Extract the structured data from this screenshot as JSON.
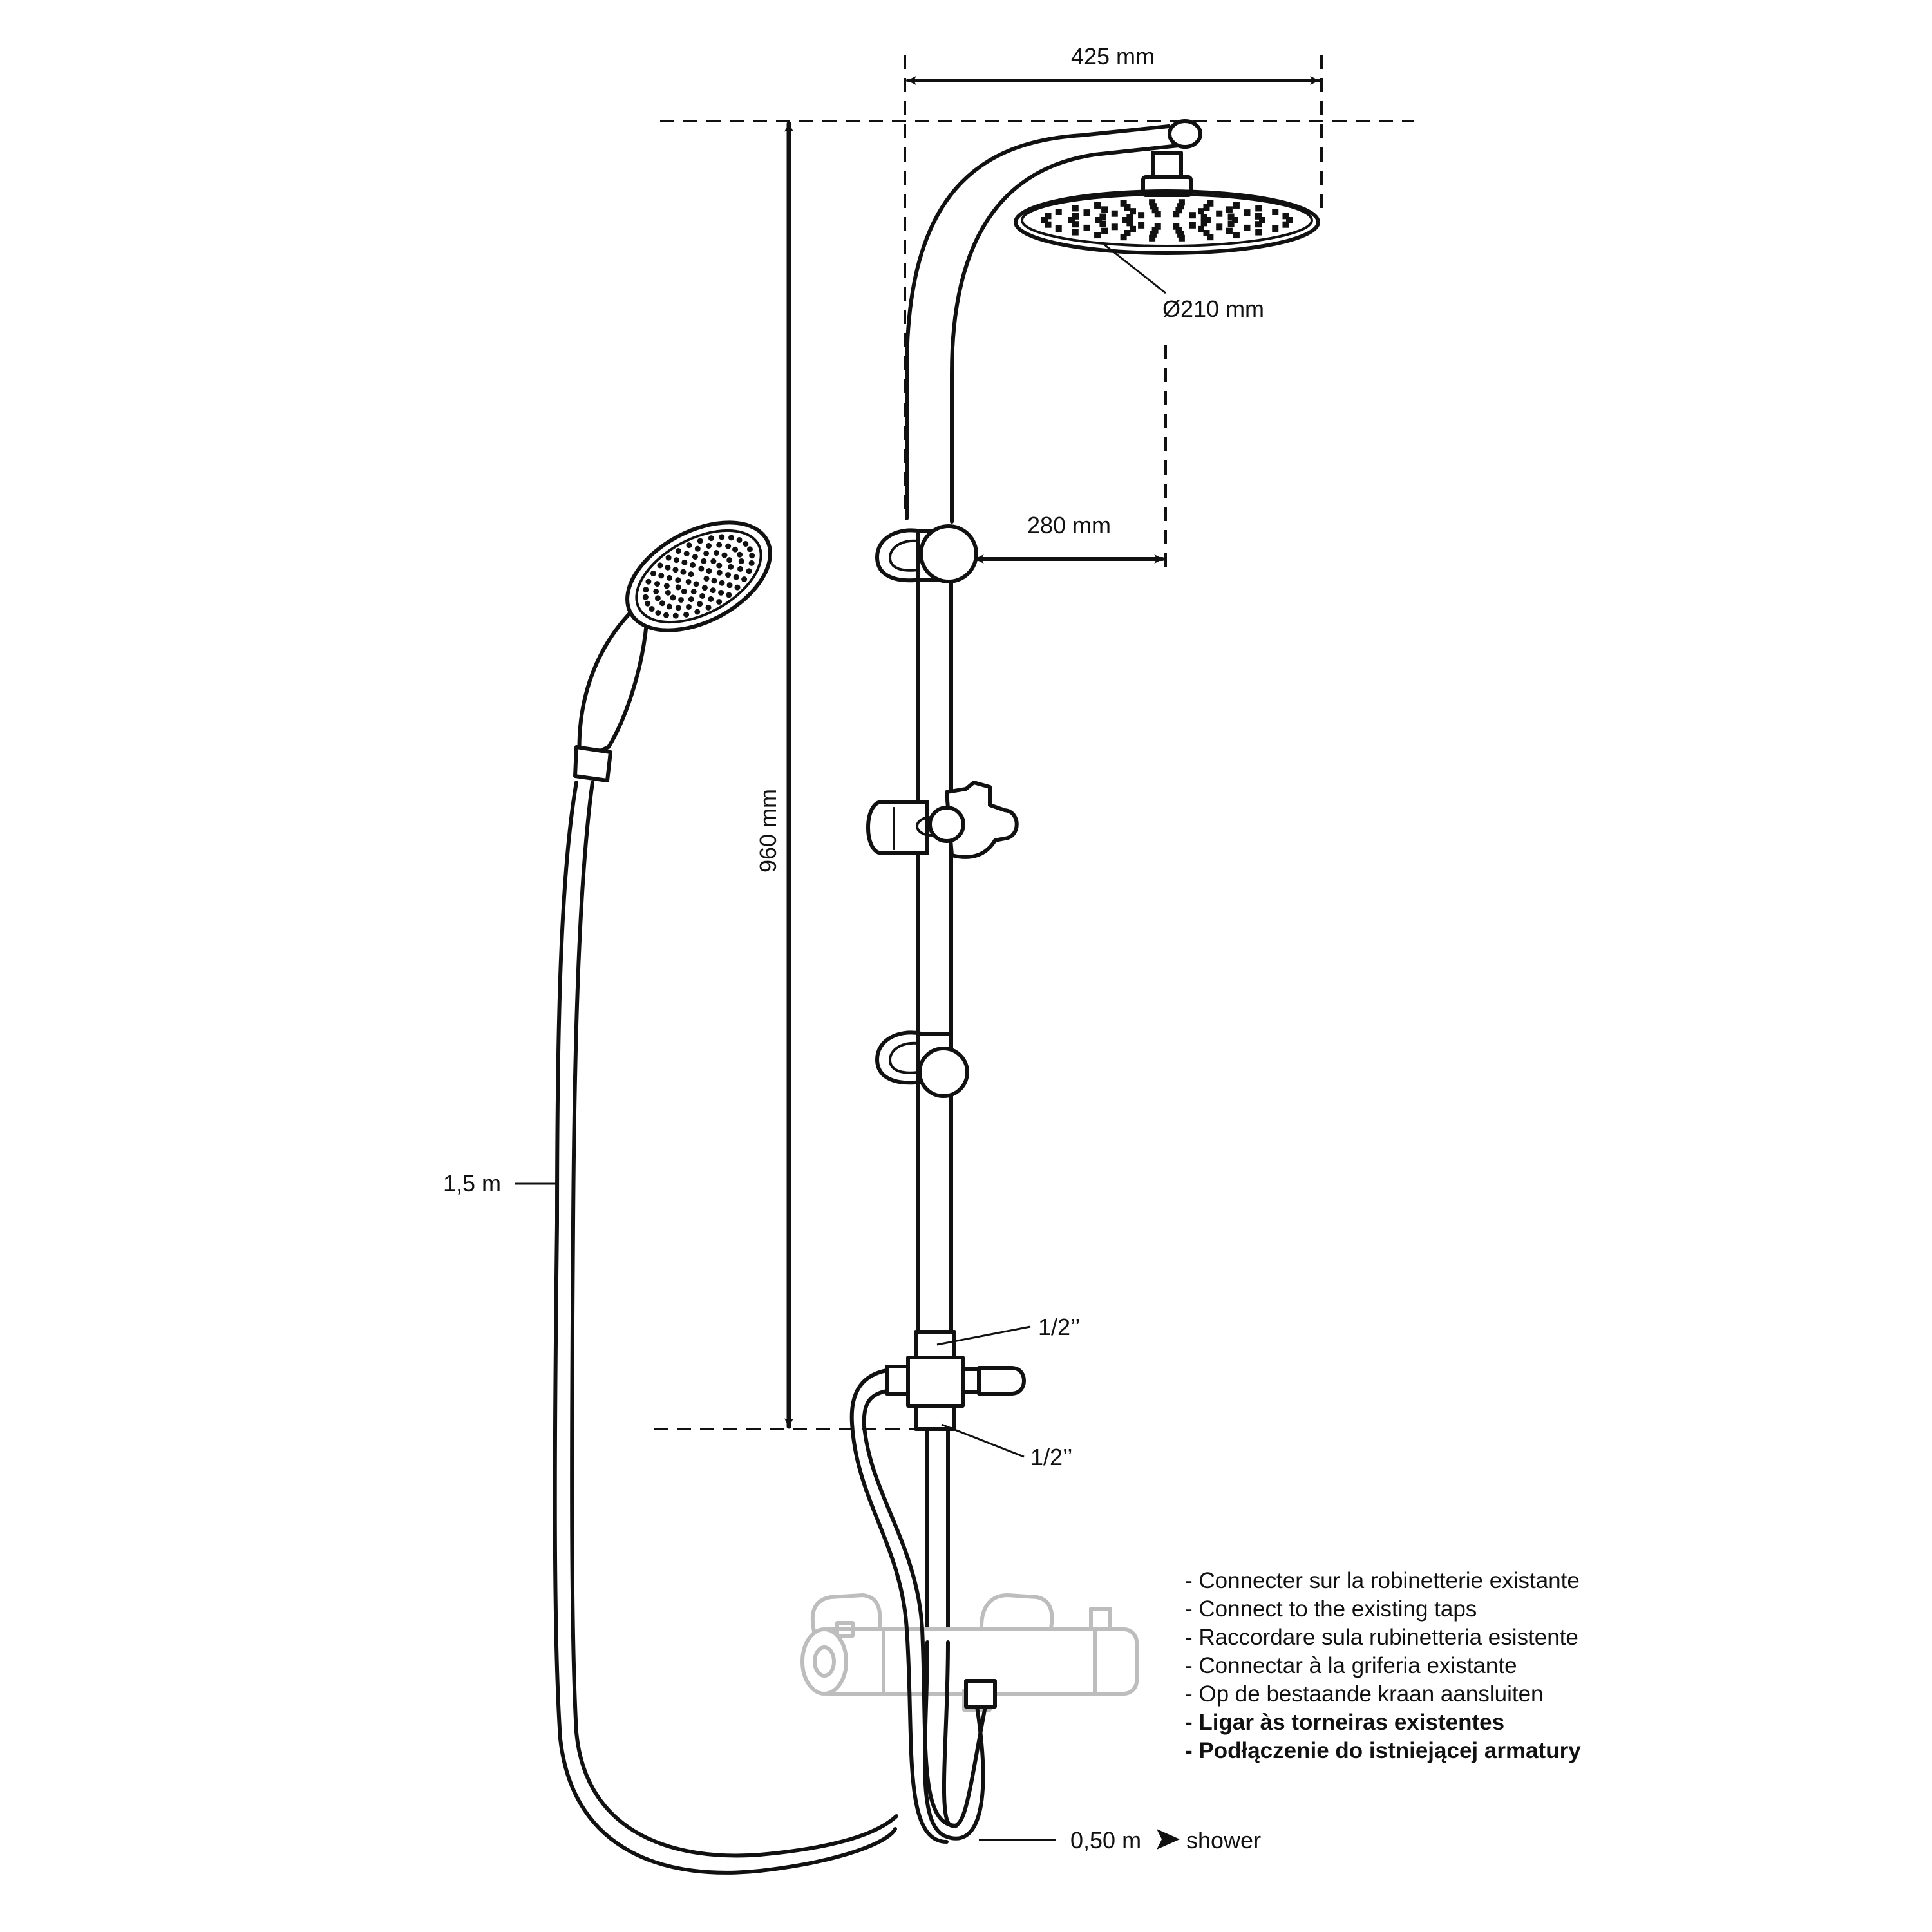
{
  "dimensions": {
    "width_top": "425 mm",
    "head_diameter": "Ø210 mm",
    "arm_reach": "280 mm",
    "height": "960 mm",
    "hose_length": "1,5 m",
    "connector_top": "1/2’’",
    "connector_bottom": "1/2’’",
    "outlet_length": "0,50 m",
    "outlet_target": "shower"
  },
  "notes": [
    {
      "text": "- Connecter sur la robinetterie existante",
      "bold": false
    },
    {
      "text": "- Connect to the existing taps",
      "bold": false
    },
    {
      "text": "- Raccordare sula rubinetteria esistente",
      "bold": false
    },
    {
      "text": "- Connectar à la griferia existante",
      "bold": false
    },
    {
      "text": "- Op de bestaande kraan aansluiten",
      "bold": false
    },
    {
      "text": "- Ligar às torneiras existentes",
      "bold": true
    },
    {
      "text": "- Podłączenie do istniejącej armatury",
      "bold": true
    }
  ],
  "colors": {
    "ink": "#111111",
    "ghost_mixer": "#bdbdbd",
    "background": "#ffffff"
  }
}
